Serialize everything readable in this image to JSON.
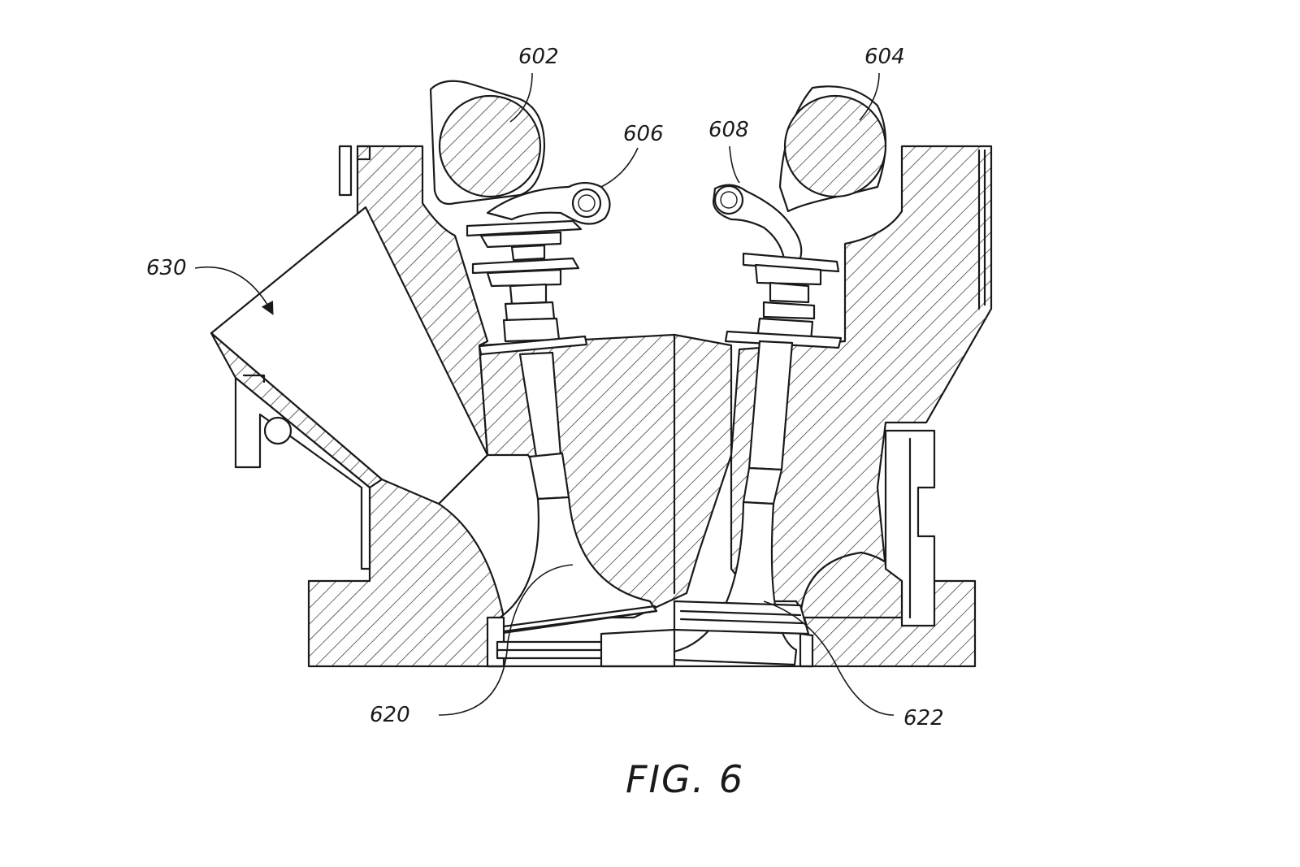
{
  "figure": {
    "caption": "FIG. 6",
    "labels": {
      "l602": "602",
      "l604": "604",
      "l606": "606",
      "l608": "608",
      "l620": "620",
      "l622": "622",
      "l630": "630"
    }
  }
}
